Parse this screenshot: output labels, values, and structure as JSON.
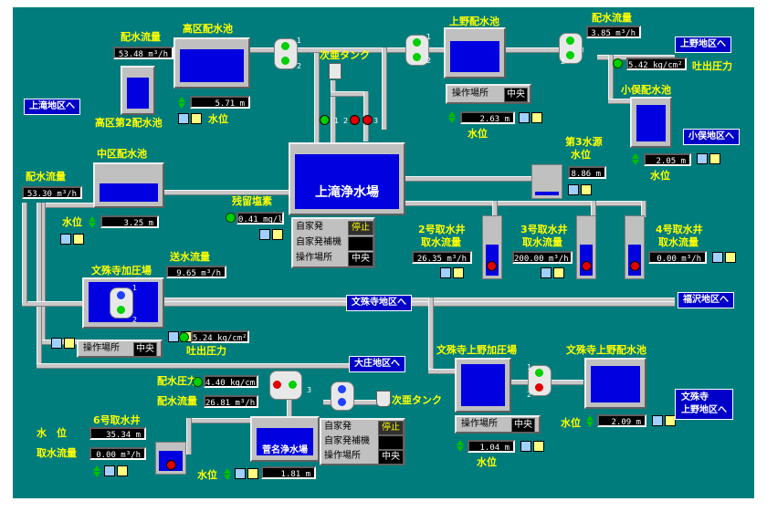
{
  "main_plant": {
    "name": "上滝浄水場",
    "panel": {
      "rows": [
        {
          "label": "自家発",
          "value": "停止"
        },
        {
          "label": "自家発補機",
          "value": ""
        },
        {
          "label": "操作場所",
          "value": "中央"
        }
      ]
    }
  },
  "kouku_tank": {
    "name": "高区配水池",
    "level_label": "水位",
    "level": "5.71 m"
  },
  "kouku2_tank": {
    "name": "高区第2配水池",
    "flow_label": "配水流量",
    "flow": "53.48 m³/h"
  },
  "kamitaki_nav": "上滝地区へ",
  "jiaen_tank_top": "次亜タンク",
  "ueno_tank": {
    "name": "上野配水池",
    "op_label": "操作場所",
    "op_value": "中央",
    "level": "2.63 m",
    "level_label": "水位"
  },
  "ueno_flow": {
    "label": "配水流量",
    "value": "3.85 m³/h"
  },
  "ueno_nav": "上野地区へ",
  "ueno_pressure": {
    "value": "5.42 kg/cm²",
    "label": "吐出圧力"
  },
  "komata_tank": {
    "name": "小俣配水池",
    "nav": "小俣地区へ",
    "level": "2.05 m",
    "level_label": "水位"
  },
  "source3": {
    "name1": "第3水源",
    "name2": "水位",
    "value": "8.86 m"
  },
  "chuku_tank": {
    "name": "中区配水池",
    "flow_label": "配水流量",
    "flow": "53.30 m³/h",
    "level_label": "水位",
    "level": "3.25 m"
  },
  "chlorine": {
    "label": "残留塩素",
    "value": "0.41 mg/l"
  },
  "wells": [
    {
      "name1": "2号取水井",
      "name2": "取水流量",
      "value": "26.35 m³/h"
    },
    {
      "name1": "3号取水井",
      "name2": "取水流量",
      "value": "200.00 m³/h"
    },
    {
      "name1": "4号取水井",
      "name2": "取水流量",
      "value": "0.00 m³/h"
    }
  ],
  "monju_booster": {
    "name": "文殊寺加圧場",
    "flow_label": "送水流量",
    "flow": "9.65 m³/h",
    "pressure": "5.24 kg/cm²",
    "pressure_label": "吐出圧力",
    "op_label": "操作場所",
    "op_value": "中央"
  },
  "monju_nav": "文殊寺地区へ",
  "fukuzawa_nav": "福沢地区へ",
  "taisho_nav": "大庄地区へ",
  "sugana_plant": {
    "name": "菅名浄水場",
    "press_label": "配水圧力",
    "press": "4.40 kg/cm²",
    "flow_label": "配水流量",
    "flow": "26.81 m³/h",
    "jiaen": "次亜タンク",
    "panel": {
      "rows": [
        {
          "label": "自家発",
          "value": "停止"
        },
        {
          "label": "自家発補機",
          "value": ""
        },
        {
          "label": "操作場所",
          "value": "中央"
        }
      ]
    },
    "level_label": "水位",
    "level": "1.81 m"
  },
  "well6": {
    "name": "6号取水井",
    "level_label": "水　位",
    "level": "35.34 m",
    "flow_label": "取水流量",
    "flow": "0.00 m³/h"
  },
  "monju_ueno_booster": {
    "name": "文殊寺上野加圧場",
    "op_label": "操作場所",
    "op_value": "中央",
    "level": "1.04 m",
    "level_label": "水位"
  },
  "monju_ueno_tank": {
    "name": "文殊寺上野配水池",
    "level_label": "水位",
    "level": "2.09 m"
  },
  "monju_ueno_nav": {
    "line1": "文殊寺",
    "line2": "上野地区へ"
  },
  "valve_nums": [
    "1",
    "2",
    "3"
  ],
  "colors": {
    "background": "#007c7c",
    "water": "#0000e0",
    "label": "#ffff00",
    "nav": "#0000c8"
  }
}
